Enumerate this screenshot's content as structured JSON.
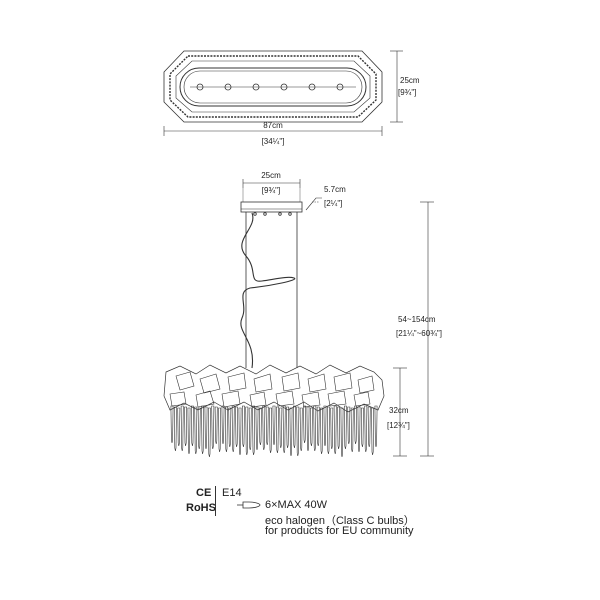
{
  "top_view": {
    "depth_metric": "25cm",
    "depth_imperial": "[9¾\"]",
    "length_metric": "87cm",
    "length_imperial": "[34¼\"]"
  },
  "side_view": {
    "canopy_width_metric": "25cm",
    "canopy_width_imperial": "[9¾\"]",
    "canopy_height_metric": "5.7cm",
    "canopy_height_imperial": "[2¼\"]",
    "overall_height_metric": "54~154cm",
    "overall_height_imperial": "[21¼\"~60¾\"]",
    "body_height_metric": "32cm",
    "body_height_imperial": "[12¾\"]"
  },
  "specs": {
    "ce_mark": "CE",
    "rohs_mark": "RoHS",
    "socket": "E14",
    "bulb_rating": "6×MAX 40W",
    "bulb_type": "eco halogen（Class C bulbs）",
    "market_note": "for  products for EU community"
  }
}
